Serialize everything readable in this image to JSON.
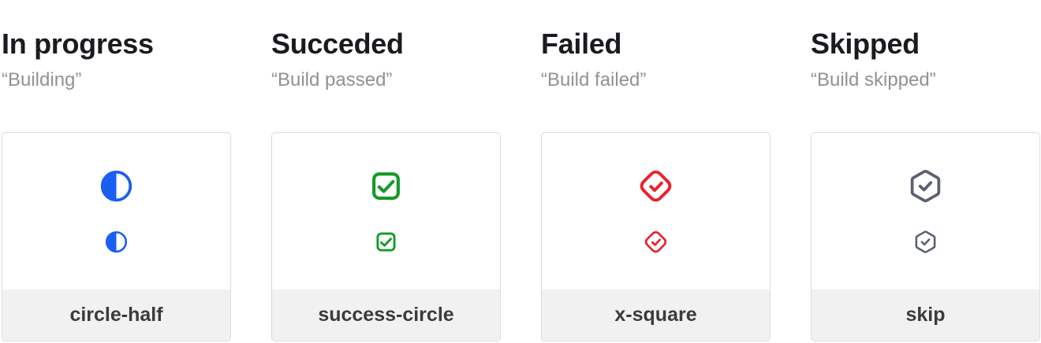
{
  "columns": [
    {
      "title": "In progress",
      "subtitle": "“Building”",
      "icon_name": "circle-half",
      "color": "#1b5ef2"
    },
    {
      "title": "Succeded",
      "subtitle": "“Build passed”",
      "icon_name": "success-circle",
      "color": "#129b24"
    },
    {
      "title": "Failed",
      "subtitle": "“Build failed”",
      "icon_name": "x-square",
      "color": "#e8232d"
    },
    {
      "title": "Skipped",
      "subtitle": "“Build skipped”",
      "icon_name": "skip",
      "color": "#5b6170"
    }
  ],
  "colors": {
    "heading": "#191b1f",
    "subtitle": "#919196",
    "card_border": "#dcdcdc",
    "footer_background": "#f1f1f1",
    "footer_text": "#3b3b3d",
    "in_progress_blue": "#1b5ef2",
    "success_green": "#129b24",
    "failed_red": "#e8232d",
    "skipped_slate": "#5b6170"
  }
}
